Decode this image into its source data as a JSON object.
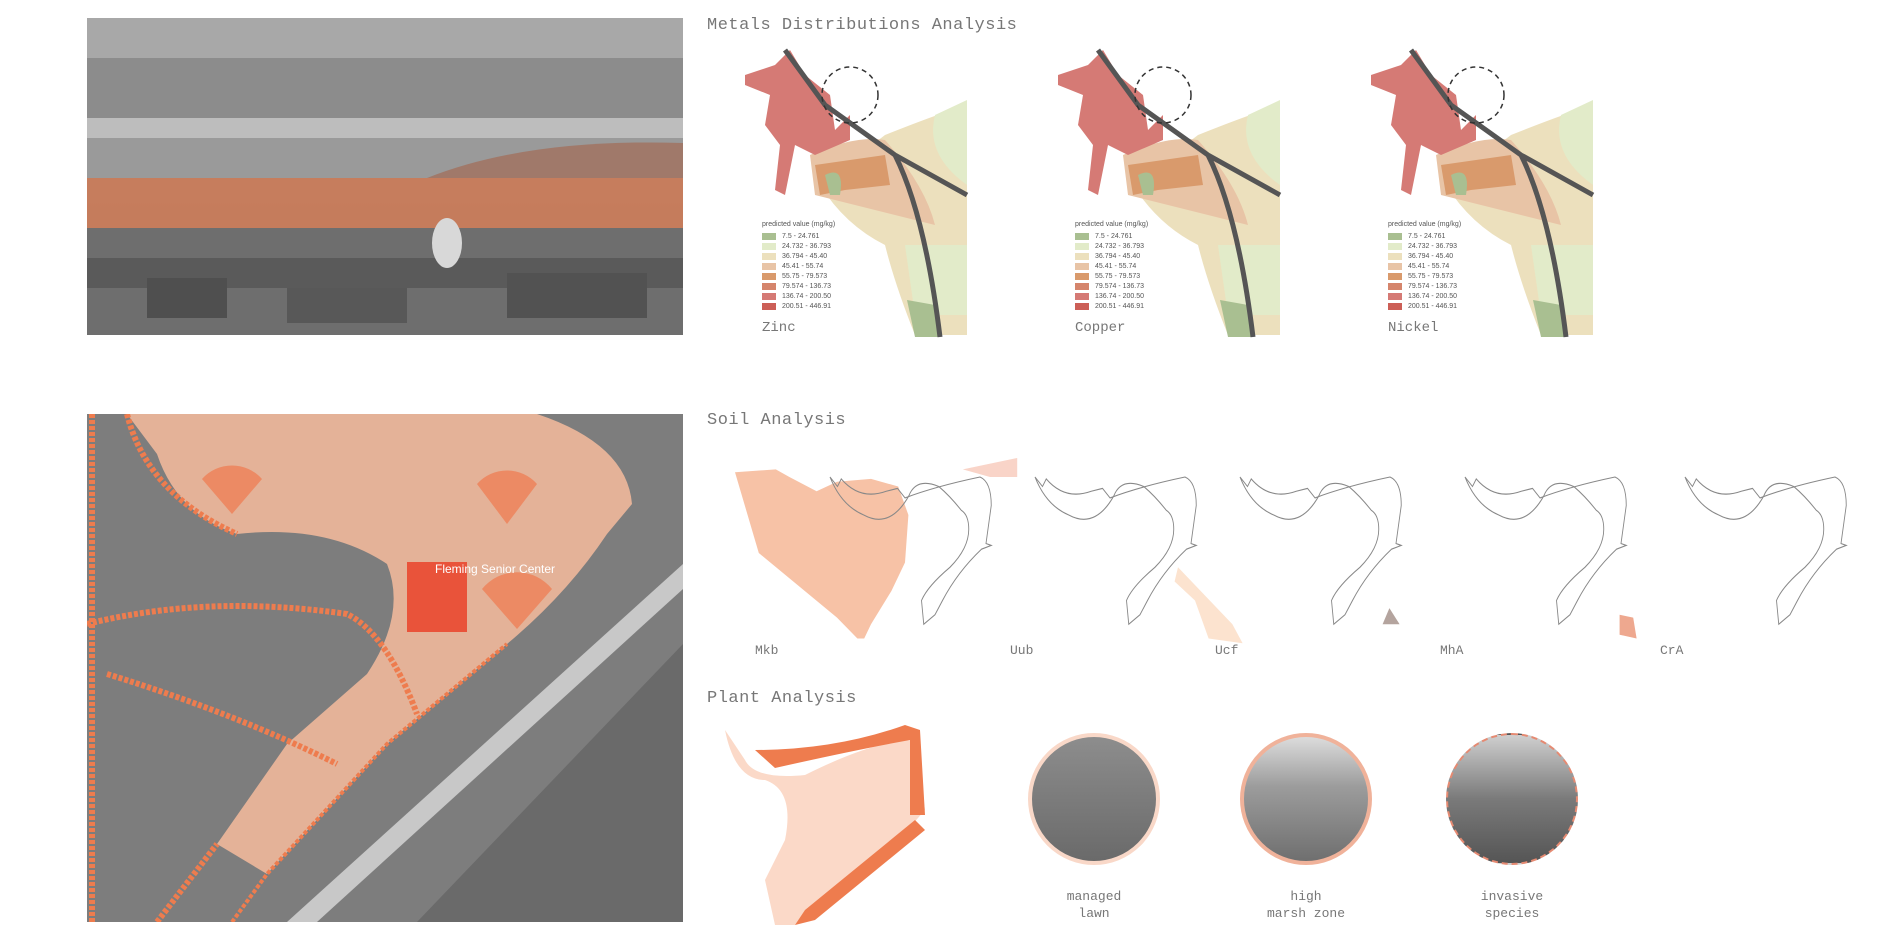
{
  "metals": {
    "title": "Metals Distributions Analysis",
    "legend_title": "predicted value (mg/kg)",
    "legend": [
      {
        "range": "7.5 - 24.761",
        "color": "#a9bf91"
      },
      {
        "range": "24.732 - 36.793",
        "color": "#e2ebc9"
      },
      {
        "range": "36.794 - 45.40",
        "color": "#ece0bd"
      },
      {
        "range": "45.41 - 55.74",
        "color": "#e8c4a6"
      },
      {
        "range": "55.75 - 79.573",
        "color": "#d99a6c"
      },
      {
        "range": "79.574 - 136.73",
        "color": "#d5856c"
      },
      {
        "range": "136.74 - 200.50",
        "color": "#d57a75"
      },
      {
        "range": "200.51 - 446.91",
        "color": "#cc5f57"
      }
    ],
    "maps": [
      {
        "label": "Zinc"
      },
      {
        "label": "Copper"
      },
      {
        "label": "Nickel"
      }
    ]
  },
  "aerial": {
    "building_label": "Fleming Senior Center"
  },
  "soil": {
    "title": "Soil Analysis",
    "types": [
      {
        "label": "Mkb",
        "color": "#f7c2a6"
      },
      {
        "label": "Uub",
        "color": "#f9d4c8"
      },
      {
        "label": "Ucf",
        "color": "#fce3cf"
      },
      {
        "label": "MhA",
        "color": "#b4a49e"
      },
      {
        "label": "CrA",
        "color": "#eea88f"
      }
    ]
  },
  "plant": {
    "title": "Plant Analysis",
    "zones": [
      {
        "line1": "managed",
        "line2": "lawn",
        "ring": "#f9d8c8"
      },
      {
        "line1": "high",
        "line2": "marsh zone",
        "ring": "#f0b29a"
      },
      {
        "line1": "invasive",
        "line2": "species",
        "ring": "#e58a72"
      }
    ]
  },
  "accent": "#ee7c4e"
}
